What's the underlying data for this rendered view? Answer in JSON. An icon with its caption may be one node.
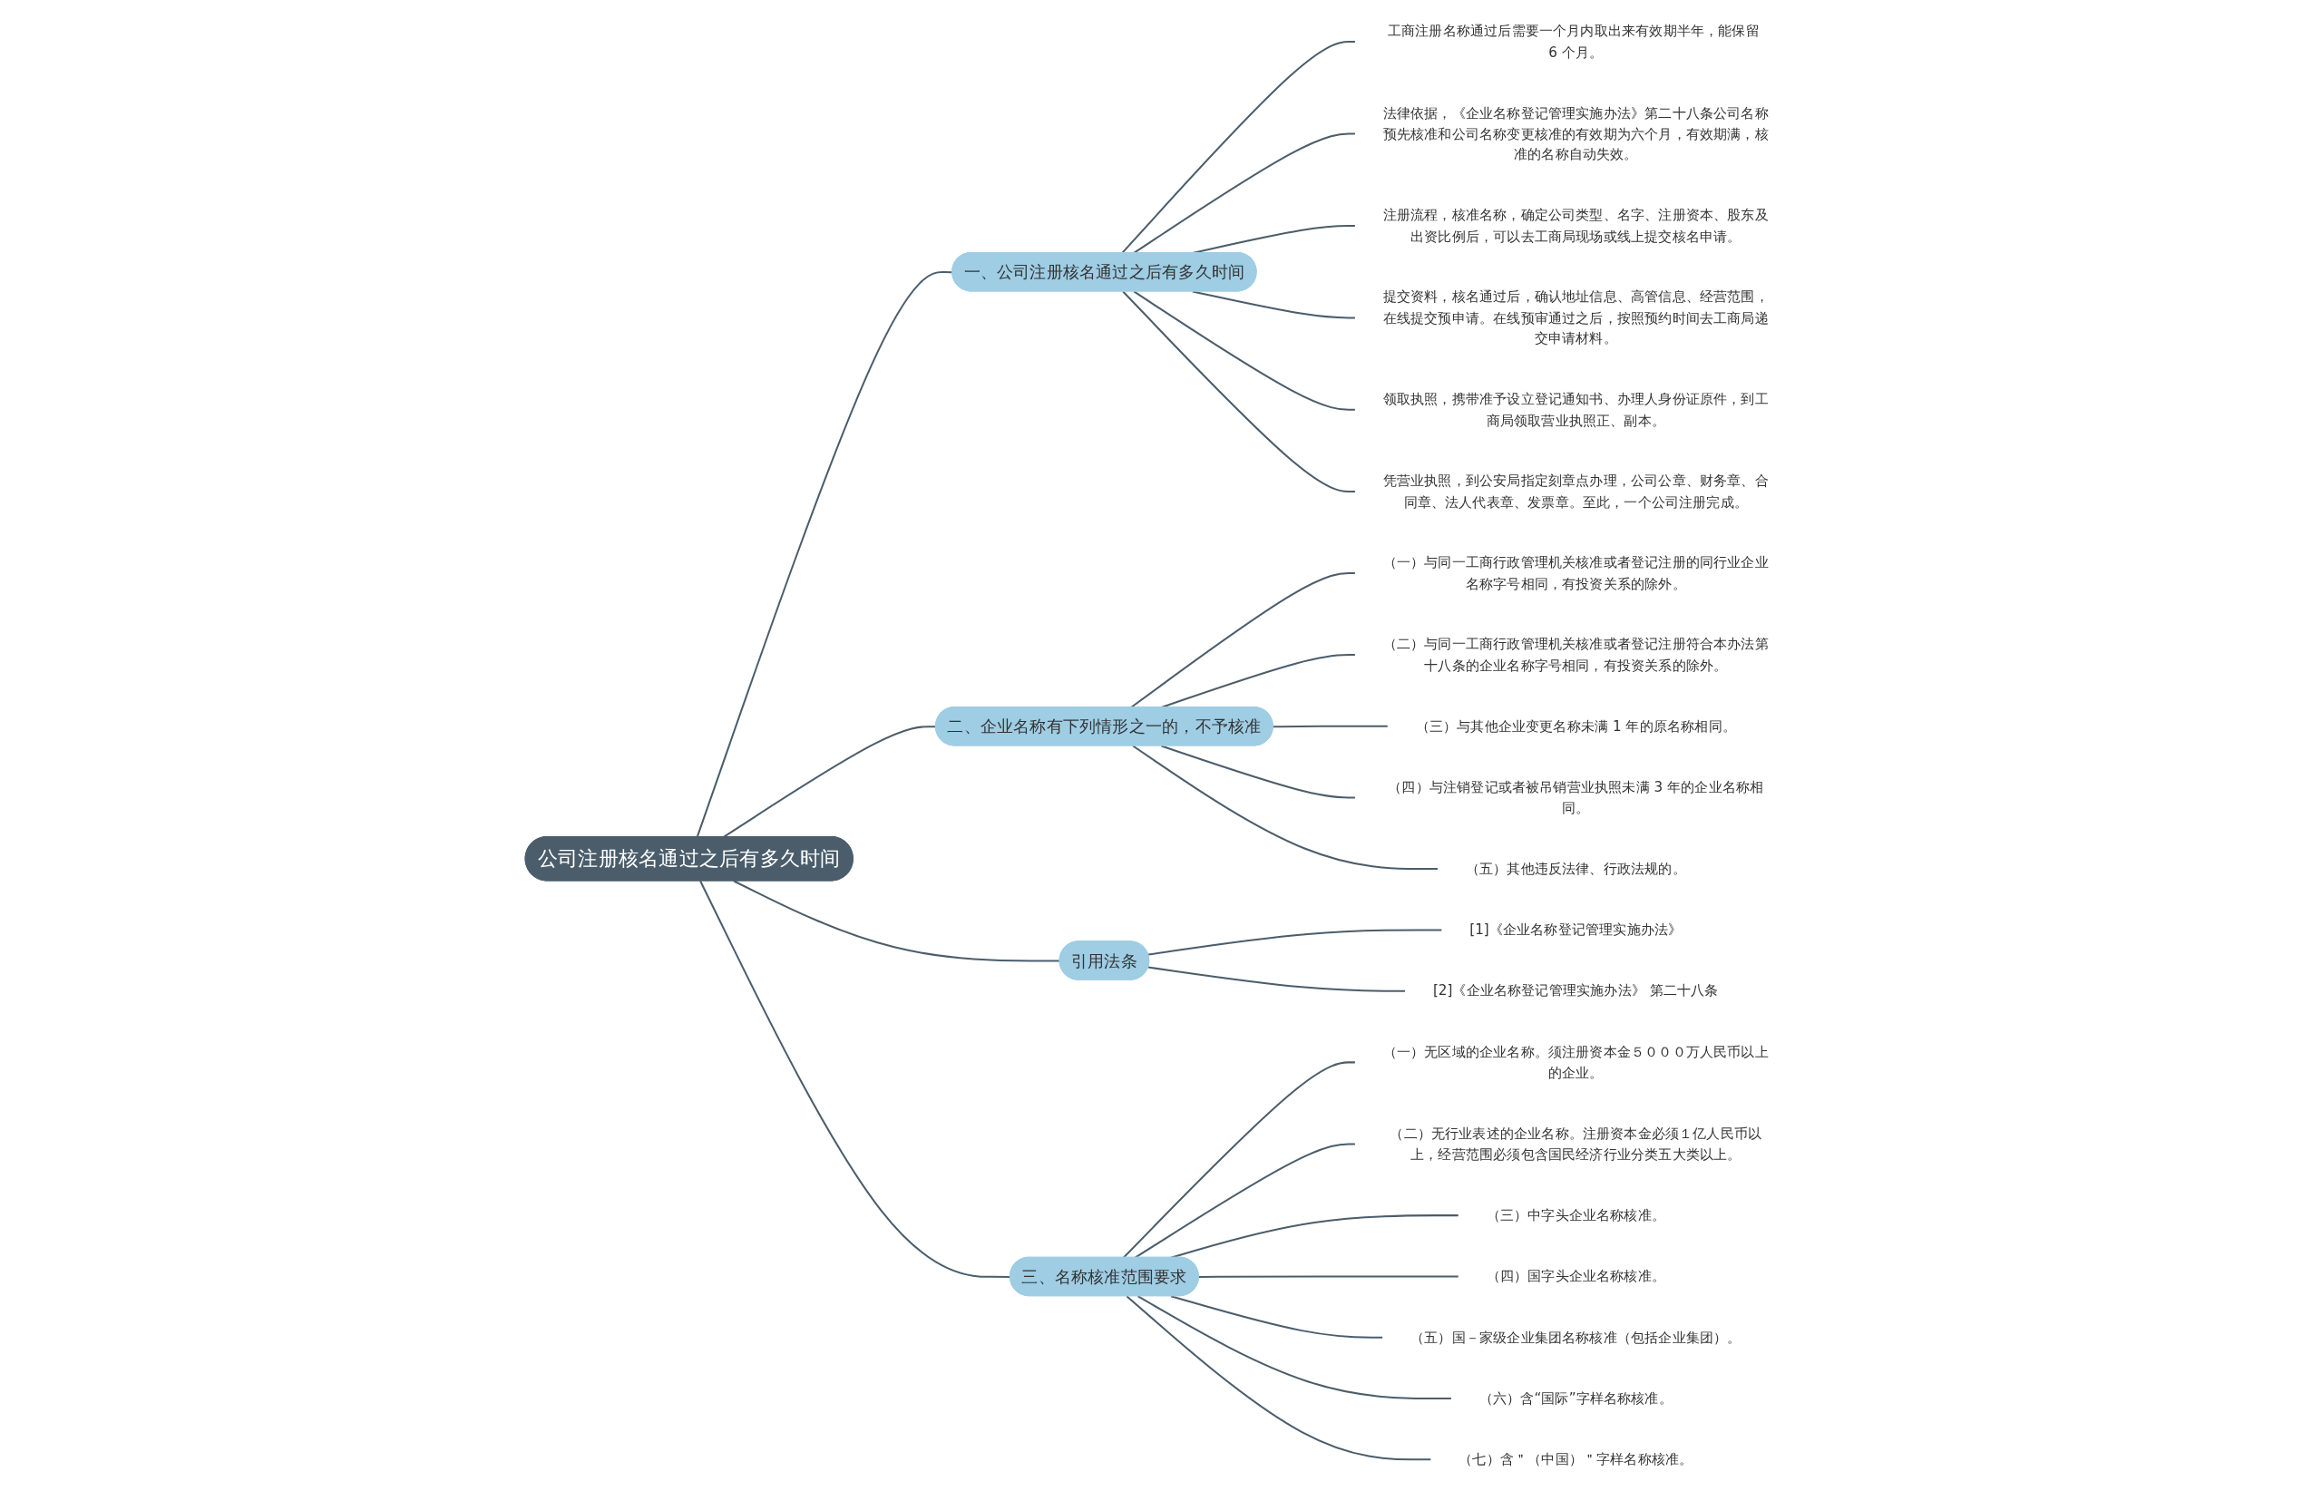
{
  "diagram": {
    "nodes": [
      {
        "text": [
          "公司注册核名通过之后有多久时间"
        ]
      },
      {
        "text": [
          "一、公司注册核名通过之后有多久时间"
        ]
      },
      {
        "text": [
          "工商注册名称通过后需要一个月内取出来有效期半年，能保留 6 个月。"
        ]
      },
      {
        "text": [
          "法律依据，《企业名称登记管理实施办法》第二十八条公司名称预先核准和公司名称变更核准的有效期为六个月，有效期满，核准的名称自动失效。"
        ]
      },
      {
        "text": [
          "注册流程，核准名称，确定公司类型、名字、注册资本、股东及出资比例后，可以去工商局现场或线上提交核名申请。"
        ]
      },
      {
        "text": [
          "提交资料，核名通过后，确认地址信息、高管信息、经营范围，在线提交预申请。在线预审通过之后，按照预约时间去工商局递交申请材料。"
        ]
      },
      {
        "text": [
          "领取执照，携带准予设立登记通知书、办理人身份证原件，到工商局领取营业执照正、副本。"
        ]
      },
      {
        "text": [
          "凭营业执照，到公安局指定刻章点办理，公司公章、财务章、合同章、法人代表章、发票章。至此，一个公司注册完成。"
        ]
      },
      {
        "text": [
          "二、企业名称有下列情形之一的，不予核准"
        ]
      },
      {
        "text": [
          "（一）与同一工商行政管理机关核准或者登记注册的同行业企业名称字号相同，有投资关系的除外。"
        ]
      },
      {
        "text": [
          "（二）与同一工商行政管理机关核准或者登记注册符合本办法第十八条的企业名称字号相同，有投资关系的除外。"
        ]
      },
      {
        "text": [
          "（三）与其他企业变更名称未满 1 年的原名称相同。"
        ]
      },
      {
        "text": [
          "（四）与注销登记或者被吊销营业执照未满 3 年的企业名称相同。"
        ]
      },
      {
        "text": [
          "（五）其他违反法律、行政法规的。"
        ]
      },
      {
        "text": [
          "引用法条"
        ]
      },
      {
        "text": [
          "[1]《企业名称登记管理实施办法》"
        ]
      },
      {
        "text": [
          "[2]《企业名称登记管理实施办法》 第二十八条"
        ]
      },
      {
        "text": [
          "三、名称核准范围要求"
        ]
      },
      {
        "text": [
          "（一）无区域的企业名称。须注册资本金５０００万人民币以上的企业。"
        ]
      },
      {
        "text": [
          "（二）无行业表述的企业名称。注册资本金必须１亿人民币以上，经营范围必须包含国民经济行业分类五大类以上。"
        ]
      },
      {
        "text": [
          "（三）中字头企业名称核准。"
        ]
      },
      {
        "text": [
          "（四）国字头企业名称核准。"
        ]
      },
      {
        "text": [
          "（五）国－家级企业集团名称核准（包括企业集团）。"
        ]
      },
      {
        "text": [
          "（六）含“国际”字样名称核准。"
        ]
      },
      {
        "text": [
          "（七）含＂（中国）＂字样名称核准。"
        ]
      }
    ],
    "edges": [
      {
        "from": 0,
        "to": 1,
        "arrow": "none"
      },
      {
        "from": 1,
        "to": 2,
        "arrow": "none"
      },
      {
        "from": 1,
        "to": 3,
        "arrow": "none"
      },
      {
        "from": 1,
        "to": 4,
        "arrow": "none"
      },
      {
        "from": 1,
        "to": 5,
        "arrow": "none"
      },
      {
        "from": 1,
        "to": 6,
        "arrow": "none"
      },
      {
        "from": 1,
        "to": 7,
        "arrow": "none"
      },
      {
        "from": 0,
        "to": 8,
        "arrow": "none"
      },
      {
        "from": 8,
        "to": 9,
        "arrow": "none"
      },
      {
        "from": 8,
        "to": 10,
        "arrow": "none"
      },
      {
        "from": 8,
        "to": 11,
        "arrow": "none"
      },
      {
        "from": 8,
        "to": 12,
        "arrow": "none"
      },
      {
        "from": 8,
        "to": 13,
        "arrow": "none"
      },
      {
        "from": 0,
        "to": 14,
        "arrow": "none"
      },
      {
        "from": 14,
        "to": 15,
        "arrow": "none"
      },
      {
        "from": 14,
        "to": 16,
        "arrow": "none"
      },
      {
        "from": 0,
        "to": 17,
        "arrow": "none"
      },
      {
        "from": 17,
        "to": 18,
        "arrow": "none"
      },
      {
        "from": 17,
        "to": 19,
        "arrow": "none"
      },
      {
        "from": 17,
        "to": 20,
        "arrow": "none"
      },
      {
        "from": 17,
        "to": 21,
        "arrow": "none"
      },
      {
        "from": 17,
        "to": 22,
        "arrow": "none"
      },
      {
        "from": 17,
        "to": 23,
        "arrow": "none"
      },
      {
        "from": 17,
        "to": 24,
        "arrow": "none"
      }
    ]
  }
}
